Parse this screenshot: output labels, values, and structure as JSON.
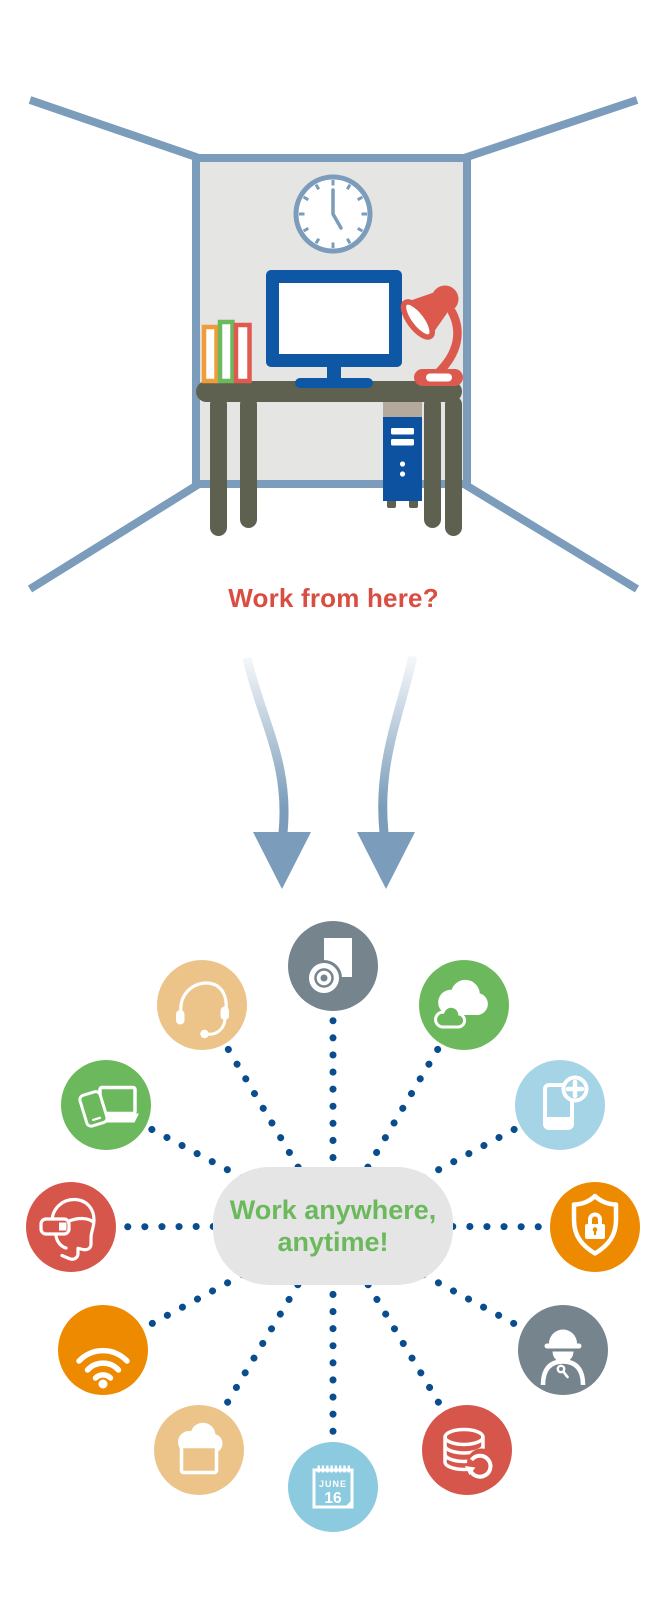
{
  "palette": {
    "steel_blue": "#7b9cba",
    "wall_gray": "#e5e5e4",
    "desk_olive": "#5e6150",
    "monitor_blue": "#0e57a4",
    "tower_blue": "#0d52a0",
    "tower_cap_tan": "#b3a99c",
    "lamp_coral": "#dc594e",
    "book_orange": "#f09c3a",
    "book_green": "#6cb85c",
    "book_red": "#e05a50",
    "caption_red": "#d94d42"
  },
  "cubicle": {
    "caption": "Work from here?"
  },
  "center": {
    "line1": "Work anywhere,",
    "line2": "anytime!",
    "text_color": "#6cb85c",
    "bubble_color": "#e4e5e4"
  },
  "diagram": {
    "dot_color": "#0a4d8e",
    "nodes": [
      {
        "id": "software-media",
        "icon": "software-disc-icon",
        "color": "#76848e"
      },
      {
        "id": "cloud-services",
        "icon": "clouds-icon",
        "color": "#6cb85c"
      },
      {
        "id": "mobile-app",
        "icon": "phone-plus-icon",
        "color": "#a6d4e7"
      },
      {
        "id": "security",
        "icon": "shield-lock-icon",
        "color": "#ee8a00"
      },
      {
        "id": "field-worker",
        "icon": "worker-hardhat-icon",
        "color": "#76848e"
      },
      {
        "id": "data-sync",
        "icon": "database-refresh-icon",
        "color": "#d7564b"
      },
      {
        "id": "schedule",
        "icon": "calendar-icon",
        "color": "#8ccadf",
        "calendar": {
          "month": "JUNE",
          "day": "16"
        }
      },
      {
        "id": "virtual-desktop",
        "icon": "cloud-desktop-icon",
        "color": "#ecc489"
      },
      {
        "id": "wifi",
        "icon": "wifi-icon",
        "color": "#ee8a00"
      },
      {
        "id": "vr",
        "icon": "vr-headset-icon",
        "color": "#d7564b"
      },
      {
        "id": "devices",
        "icon": "laptop-tablet-icon",
        "color": "#6cb85c"
      },
      {
        "id": "support",
        "icon": "headset-icon",
        "color": "#ecc489"
      }
    ]
  }
}
